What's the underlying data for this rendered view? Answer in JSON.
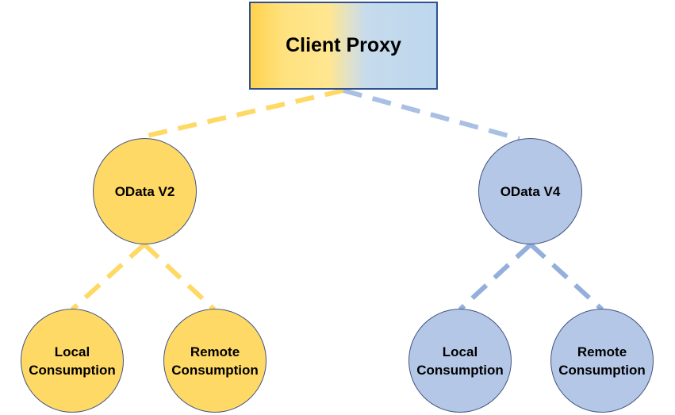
{
  "root": {
    "label": "Client Proxy"
  },
  "branches": [
    {
      "label": "OData V2",
      "color": "#ffd966",
      "children": [
        {
          "label": "Local\nConsumption"
        },
        {
          "label": "Remote\nConsumption"
        }
      ]
    },
    {
      "label": "OData V4",
      "color": "#b4c7e7",
      "children": [
        {
          "label": "Local\nConsumption"
        },
        {
          "label": "Remote\nConsumption"
        }
      ]
    }
  ],
  "colors": {
    "yellow_fill": "#ffd966",
    "blue_fill": "#b4c7e7",
    "yellow_line": "#ffd966",
    "blue_line": "#a9bfe3",
    "root_border": "#2f528f"
  }
}
